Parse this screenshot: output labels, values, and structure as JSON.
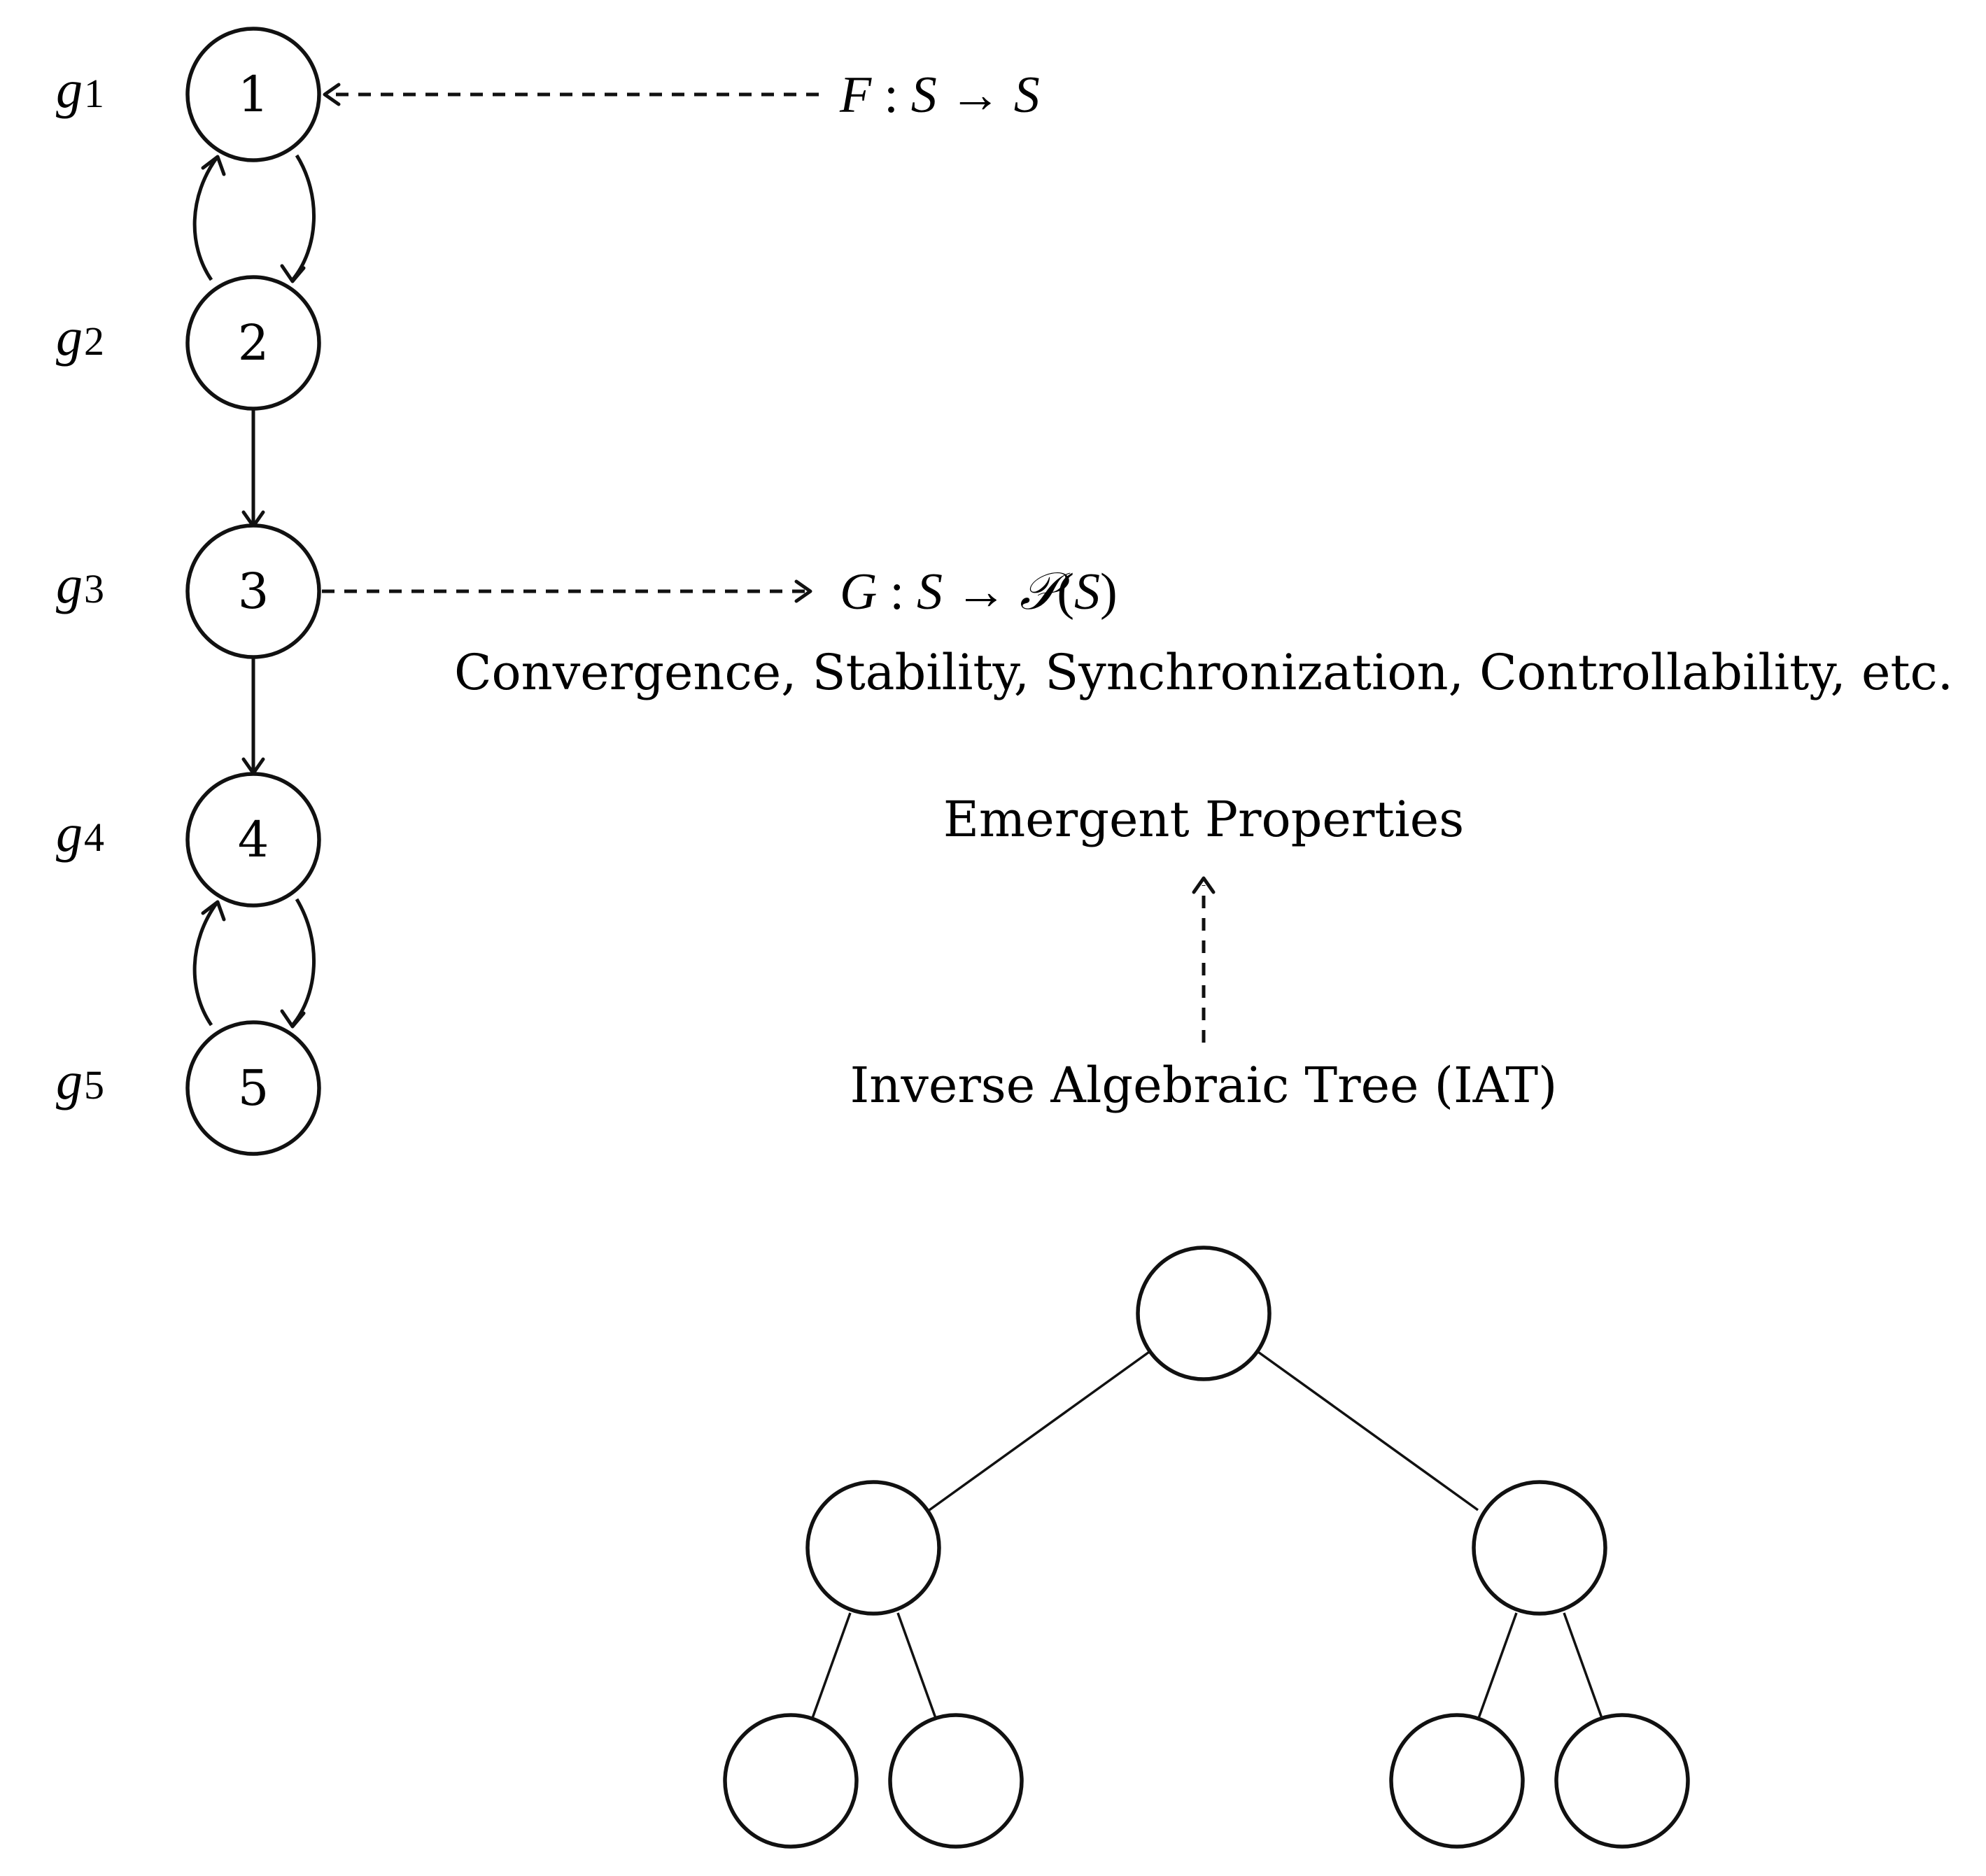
{
  "gene_network": {
    "nodes": [
      {
        "id": "1",
        "label": "1",
        "gene_base": "g",
        "gene_sub": "1"
      },
      {
        "id": "2",
        "label": "2",
        "gene_base": "g",
        "gene_sub": "2"
      },
      {
        "id": "3",
        "label": "3",
        "gene_base": "g",
        "gene_sub": "3"
      },
      {
        "id": "4",
        "label": "4",
        "gene_base": "g",
        "gene_sub": "4"
      },
      {
        "id": "5",
        "label": "5",
        "gene_base": "g",
        "gene_sub": "5"
      }
    ],
    "edges": [
      {
        "from": "1",
        "to": "2",
        "style": "curved-solid"
      },
      {
        "from": "2",
        "to": "1",
        "style": "curved-solid"
      },
      {
        "from": "2",
        "to": "3",
        "style": "solid"
      },
      {
        "from": "3",
        "to": "4",
        "style": "solid"
      },
      {
        "from": "4",
        "to": "5",
        "style": "curved-solid"
      },
      {
        "from": "5",
        "to": "4",
        "style": "curved-solid"
      }
    ]
  },
  "mappings": {
    "f_map": {
      "name": "F",
      "colon": ":",
      "domain": "S",
      "arrow": "→",
      "codomain": "S"
    },
    "g_map": {
      "name": "G",
      "colon": ":",
      "domain": "S",
      "arrow": "→",
      "power_set": "𝒫",
      "open_paren": "(",
      "inner": "S",
      "close_paren": ")"
    }
  },
  "properties_text": "Convergence, Stability, Synchronization, Controllability, etc.",
  "emergent_label": "Emergent Properties",
  "iat_label": "Inverse Algebraic Tree (IAT)",
  "colors": {
    "ink": "#111111",
    "background": "#ffffff"
  }
}
